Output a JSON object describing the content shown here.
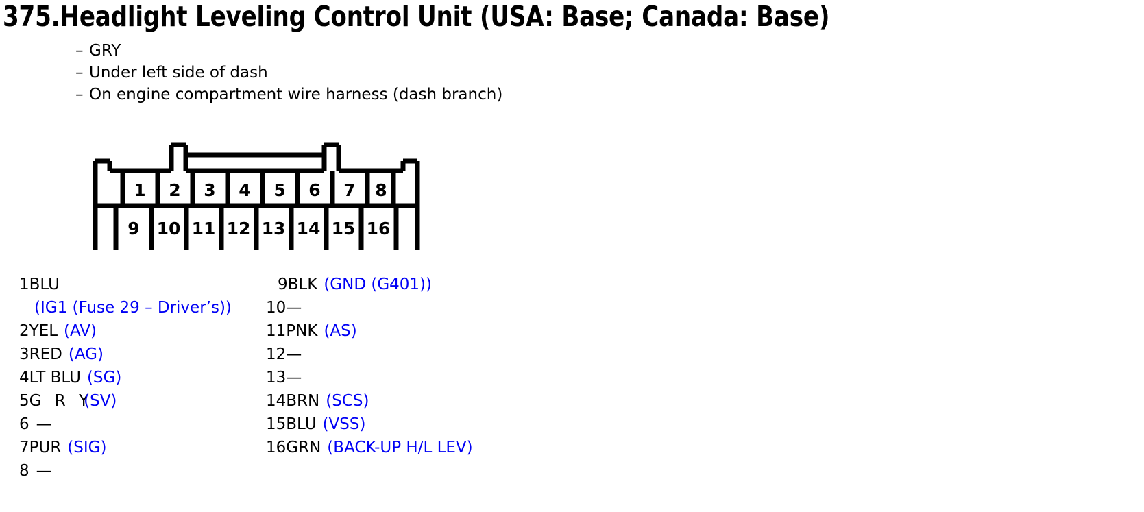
{
  "header": {
    "title": "375.Headlight Leveling Control Unit (USA: Base; Canada: Base)",
    "bullet_marker": "–",
    "bullets": [
      "GRY",
      "Under left side of dash",
      "On engine compartment wire harness (dash branch)"
    ]
  },
  "colors": {
    "signal_blue": "#0000F5",
    "text_black": "#000000",
    "background": "#FFFFFF"
  },
  "connector": {
    "name": "16-pin connector",
    "top_row_labels": [
      "1",
      "2",
      "3",
      "4",
      "5",
      "6",
      "7",
      "8"
    ],
    "bottom_row_labels": [
      "9",
      "10",
      "11",
      "12",
      "13",
      "14",
      "15",
      "16"
    ]
  },
  "pins": {
    "left_column": [
      {
        "num": "1",
        "wire": "BLU",
        "signal": "(IG1 (Fuse 29 – Driver’s))",
        "wrap": true,
        "dash": ""
      },
      {
        "num": "2",
        "wire": "YEL",
        "signal": "(AV)",
        "wrap": false,
        "dash": ""
      },
      {
        "num": "3",
        "wire": "RED",
        "signal": "(AG)",
        "wrap": false,
        "dash": ""
      },
      {
        "num": "4",
        "wire": "LT BLU",
        "signal": "(SG)",
        "wrap": false,
        "dash": ""
      },
      {
        "num": "5",
        "wire": "G R Y",
        "signal": "(SV)",
        "wrap": false,
        "dash": "",
        "spaced": true,
        "overlap": true
      },
      {
        "num": "6",
        "wire": "",
        "signal": "",
        "wrap": false,
        "dash": "—"
      },
      {
        "num": "7",
        "wire": "PUR",
        "signal": "(SIG)",
        "wrap": false,
        "dash": ""
      },
      {
        "num": "8",
        "wire": "",
        "signal": "",
        "wrap": false,
        "dash": "—"
      }
    ],
    "right_column": [
      {
        "num": "9",
        "wire": "BLK",
        "signal": "(GND (G401))",
        "dash": ""
      },
      {
        "num": "10",
        "wire": "",
        "signal": "",
        "dash": "—"
      },
      {
        "num": "11",
        "wire": "PNK",
        "signal": "(AS)",
        "dash": ""
      },
      {
        "num": "12",
        "wire": "",
        "signal": "",
        "dash": "—"
      },
      {
        "num": "13",
        "wire": "",
        "signal": "",
        "dash": "—"
      },
      {
        "num": "14",
        "wire": "BRN",
        "signal": "(SCS)",
        "dash": ""
      },
      {
        "num": "15",
        "wire": "BLU",
        "signal": "(VSS)",
        "dash": ""
      },
      {
        "num": "16",
        "wire": "GRN",
        "signal": "(BACK-UP H/L LEV)",
        "dash": ""
      }
    ]
  }
}
